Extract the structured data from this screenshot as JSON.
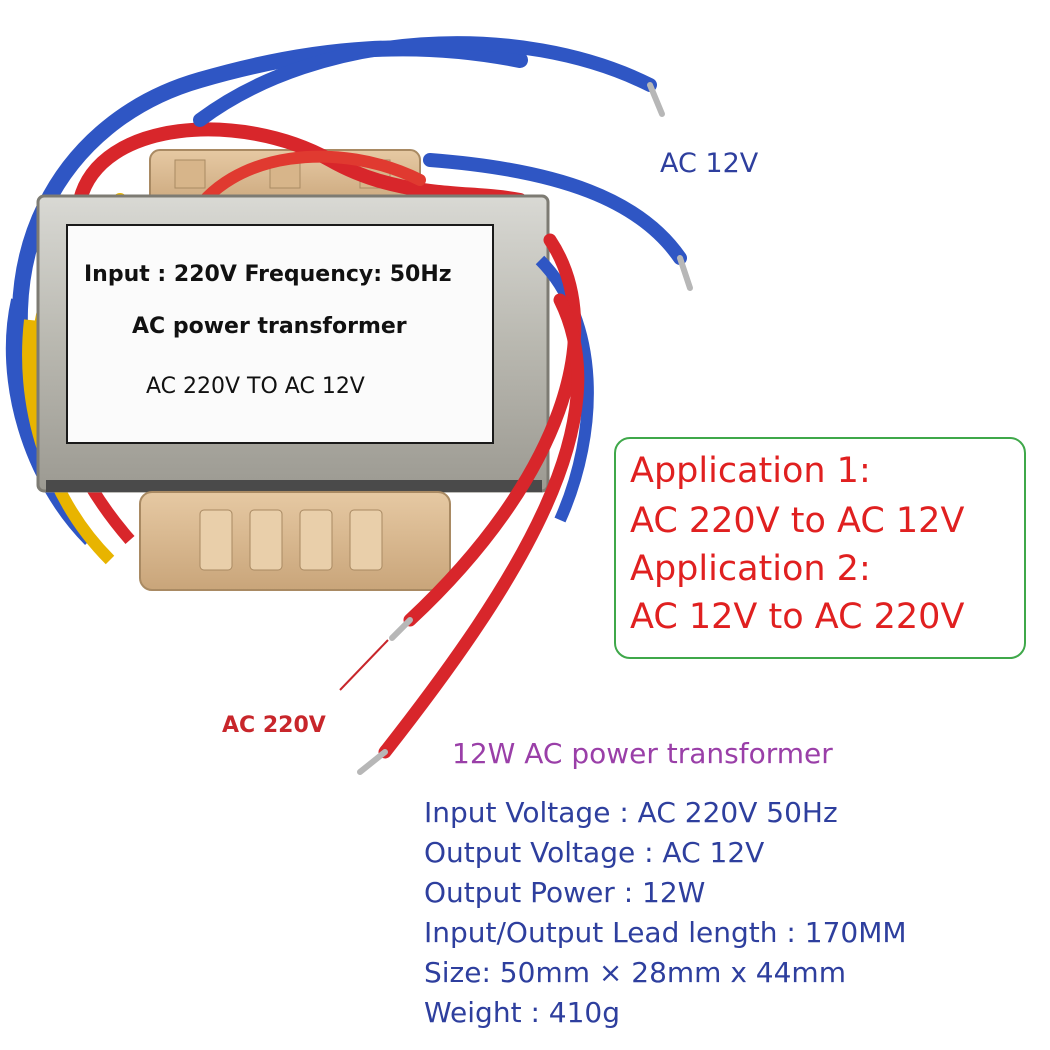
{
  "product_label": {
    "line1": "Input : 220V  Frequency: 50Hz",
    "line2": "AC power transformer",
    "line3": "AC 220V TO AC 12V"
  },
  "wire_labels": {
    "secondary": "AC 12V",
    "primary": "AC 220V"
  },
  "applications": [
    "Application 1:",
    "AC 220V to AC 12V",
    "Application 2:",
    "AC 12V to AC 220V"
  ],
  "specs": {
    "title": "12W AC power transformer",
    "items": [
      "Input Voltage : AC 220V 50Hz",
      "Output Voltage : AC 12V",
      "Output Power : 12W",
      "Input/Output Lead length : 170MM",
      "Size: 50mm × 28mm x 44mm",
      "Weight : 410g"
    ]
  },
  "colors": {
    "wire_red": "#d8262b",
    "wire_blue": "#2f56c4",
    "wire_yellow": "#e8b400",
    "spec_text": "#2e3f9e",
    "title_text": "#9a3fa8",
    "application_text": "#e02020",
    "application_border": "#3fa84a",
    "label_red": "#c8262b"
  }
}
